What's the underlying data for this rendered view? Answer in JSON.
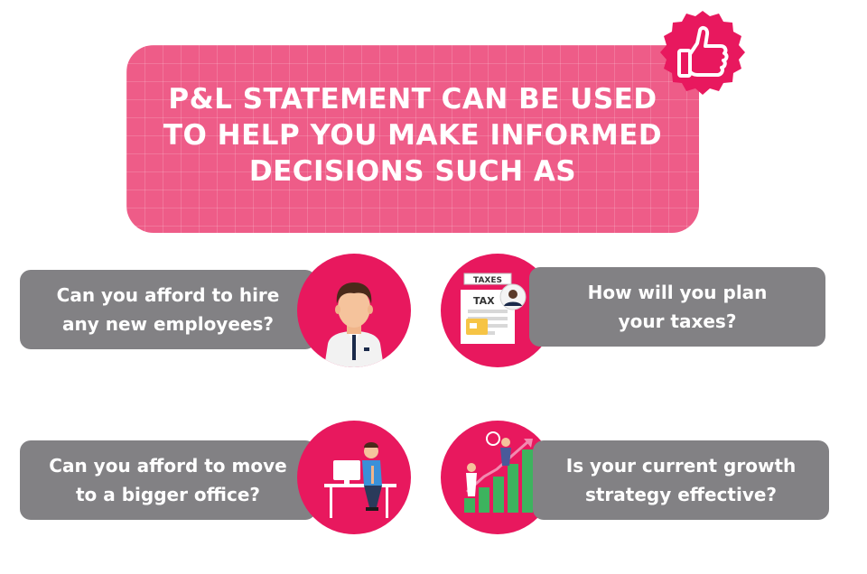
{
  "banner": {
    "lines": [
      "P&L STATEMENT CAN BE USED",
      "TO HELP YOU MAKE INFORMED",
      "DECISIONS SUCH AS"
    ]
  },
  "badge": {
    "icon": "thumbs-up-icon"
  },
  "items": [
    {
      "text_lines": [
        "Can you afford to hire",
        "any new employees?"
      ],
      "icon": "employee-icon"
    },
    {
      "text_lines": [
        "How will you plan",
        "your taxes?"
      ],
      "icon": "taxes-icon",
      "tax_label": "TAX",
      "taxes_label": "TAXES"
    },
    {
      "text_lines": [
        "Can you afford to move",
        "to a bigger office?"
      ],
      "icon": "office-desk-icon"
    },
    {
      "text_lines": [
        "Is your current growth",
        "strategy effective?"
      ],
      "icon": "growth-chart-icon"
    }
  ],
  "colors": {
    "pink": "#ee5c88",
    "magenta": "#e8185e",
    "gray": "#828184",
    "green": "#3db35e"
  }
}
